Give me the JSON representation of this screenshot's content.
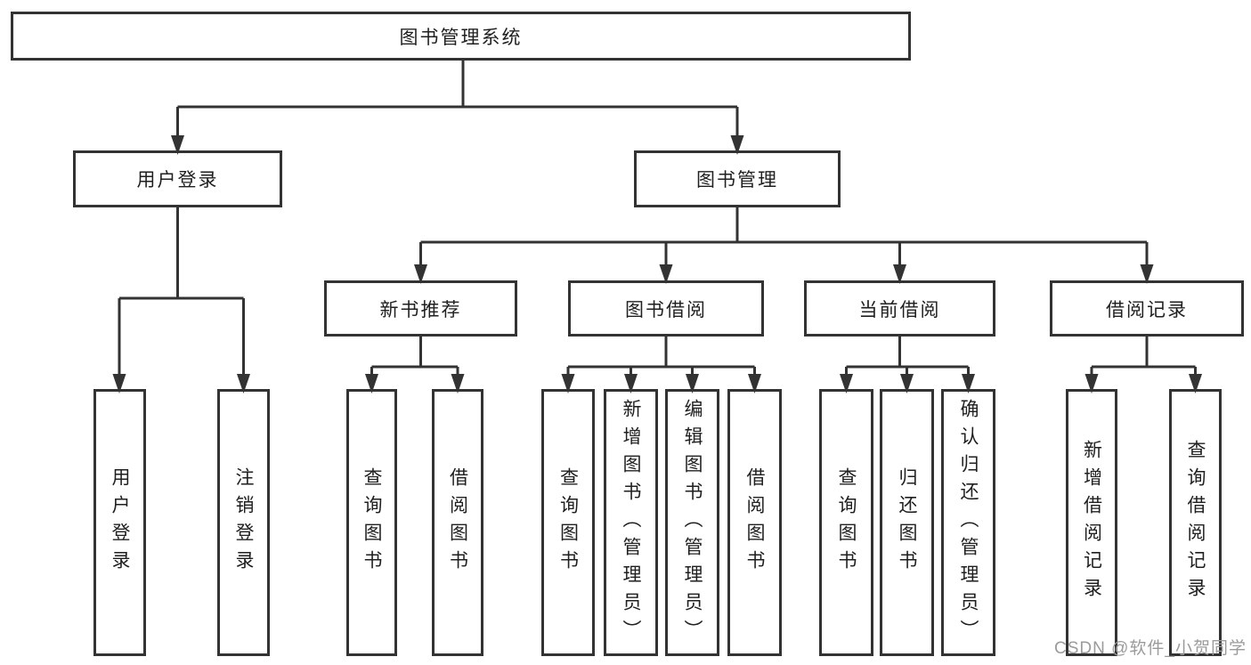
{
  "diagram": {
    "root": {
      "label": "图书管理系统"
    },
    "branches": [
      {
        "label": "用户登录",
        "children": [
          {
            "label": "用户登录"
          },
          {
            "label": "注销登录"
          }
        ]
      },
      {
        "label": "图书管理",
        "children": [
          {
            "label": "新书推荐",
            "children": [
              {
                "label": "查询图书"
              },
              {
                "label": "借阅图书"
              }
            ]
          },
          {
            "label": "图书借阅",
            "children": [
              {
                "label": "查询图书"
              },
              {
                "label": "新增图书（管理员）"
              },
              {
                "label": "编辑图书（管理员）"
              },
              {
                "label": "借阅图书"
              }
            ]
          },
          {
            "label": "当前借阅",
            "children": [
              {
                "label": "查询图书"
              },
              {
                "label": "归还图书"
              },
              {
                "label": "确认归还（管理员）"
              }
            ]
          },
          {
            "label": "借阅记录",
            "children": [
              {
                "label": "新增借阅记录"
              },
              {
                "label": "查询借阅记录"
              }
            ]
          }
        ]
      }
    ]
  },
  "watermark": {
    "text": "CSDN @软件_小贺同学",
    "color": "#9b9b9b"
  },
  "colors": {
    "line": "#333333",
    "box_border": "#333333",
    "text": "#1f1f1f",
    "background": "#ffffff"
  }
}
